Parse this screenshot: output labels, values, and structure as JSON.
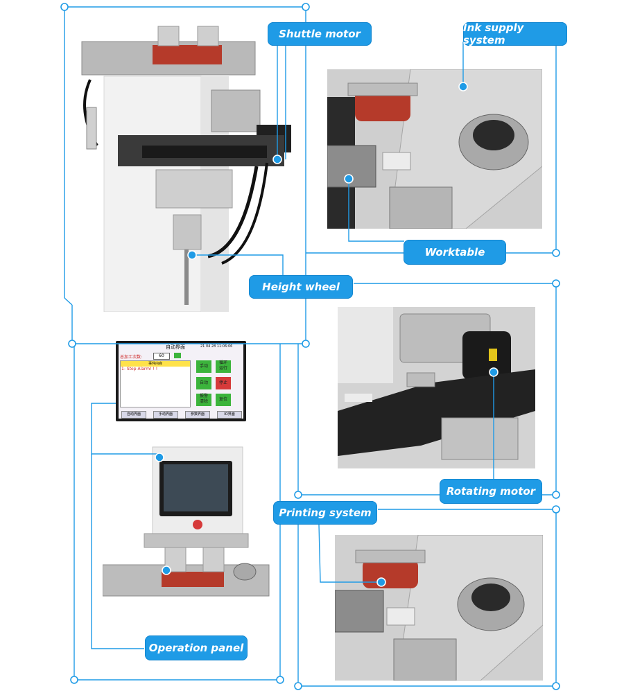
{
  "labels": {
    "shuttle_motor": "Shuttle motor",
    "ink_supply_system": "Ink supply system",
    "worktable": "Worktable",
    "height_wheel": "Height wheel",
    "rotating_motor": "Rotating motor",
    "printing_system": "Printing system",
    "operation_panel": "Operation panel"
  },
  "hmi": {
    "title": "自动界面",
    "datetime": "21 04 28 11:06:06",
    "counter_label": "总加工次数:",
    "counter_value": "60",
    "alarm_header": "事件内容",
    "alarm_text": "1- Stop Alarm! ! !",
    "buttons": [
      "手动",
      "循环\n运行",
      "自动",
      "停止",
      "报警\n清除",
      "复位"
    ],
    "footer_tabs": [
      "自动界面",
      "手动界面",
      "参数界面",
      "IO界面"
    ]
  },
  "colors": {
    "accent": "#1f9be6",
    "line": "#1f9be6"
  }
}
